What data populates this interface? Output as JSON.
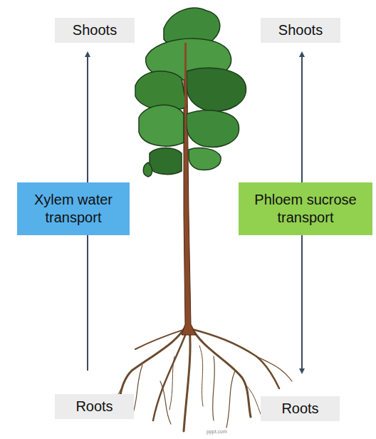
{
  "diagram": {
    "nodes": [
      {
        "text": [
          "Shoots"
        ]
      },
      {
        "text": [
          "Shoots"
        ]
      },
      {
        "text": [
          "Xylem water transport"
        ]
      },
      {
        "text": [
          "Phloem sucrose transport"
        ]
      },
      {
        "text": [
          "Roots"
        ]
      },
      {
        "text": [
          "Roots"
        ]
      }
    ],
    "edges": [
      {
        "from": 4,
        "to": 0,
        "arrow": "to"
      },
      {
        "from": 1,
        "to": 5,
        "arrow": "both"
      }
    ],
    "labels": [
      "pppt.com"
    ]
  }
}
